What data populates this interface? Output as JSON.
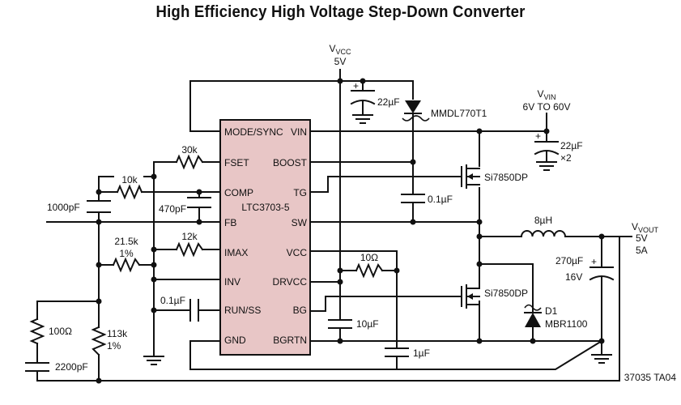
{
  "title": "High Efficiency High Voltage Step-Down Converter",
  "ic": {
    "name": "LTC3703-5",
    "fill_color": "#e8c6c6",
    "pins_left": [
      "MODE/SYNC",
      "FSET",
      "COMP",
      "FB",
      "IMAX",
      "INV",
      "RUN/SS",
      "GND"
    ],
    "pins_right": [
      "VIN",
      "BOOST",
      "TG",
      "SW",
      "VCC",
      "DRVCC",
      "BG",
      "BGRTN"
    ]
  },
  "supplies": {
    "vcc": {
      "name": "VCC",
      "value": "5V"
    },
    "vin": {
      "name": "VIN",
      "value": "6V TO 60V"
    },
    "vout": {
      "name": "VOUT",
      "value": "5V",
      "current": "5A"
    }
  },
  "components": {
    "c_vcc": "22µF",
    "diode_boost": "MMDL770T1",
    "c_vin": "22µF",
    "c_vin_mult": "×2",
    "r_fset": "30k",
    "r_comp": "10k",
    "c_comp_series": "1000pF",
    "c_comp_par": "470pF",
    "c_boost": "0.1µF",
    "q_top": "Si7850DP",
    "q_bot": "Si7850DP",
    "inductor": "8µH",
    "c_out": "270µF",
    "c_out_v": "16V",
    "r_imax": "12k",
    "r_fb_top": "21.5k",
    "r_fb_top_tol": "1%",
    "r_drv": "10Ω",
    "c_ss": "0.1µF",
    "r_snub": "100Ω",
    "c_snub": "2200pF",
    "r_fb_bot": "113k",
    "r_fb_bot_tol": "1%",
    "c_drv": "10µF",
    "c_bgrtn": "1µF",
    "diode_d1_ref": "D1",
    "diode_d1": "MBR1100"
  },
  "figure_id": "37035 TA04"
}
